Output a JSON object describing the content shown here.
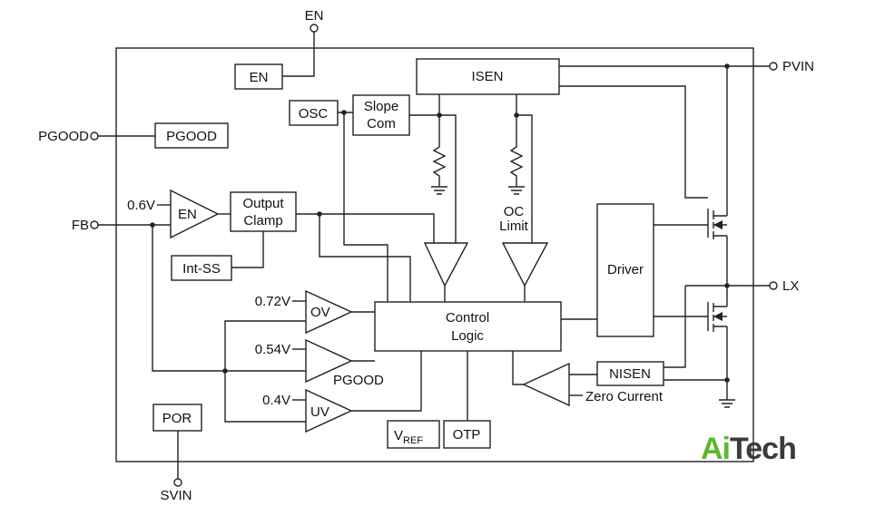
{
  "pins": {
    "en": "EN",
    "pvin": "PVIN",
    "pgood": "PGOOD",
    "fb": "FB",
    "lx": "LX",
    "svin": "SVIN"
  },
  "blocks": {
    "en_box": "EN",
    "isen": "ISEN",
    "osc": "OSC",
    "slope_line1": "Slope",
    "slope_line2": "Com",
    "pgood_box": "PGOOD",
    "en_amp": "EN",
    "output_clamp_line1": "Output",
    "output_clamp_line2": "Clamp",
    "int_ss": "Int-SS",
    "ov": "OV",
    "uv": "UV",
    "control_logic_line1": "Control",
    "control_logic_line2": "Logic",
    "driver": "Driver",
    "nisen": "NISEN",
    "por": "POR",
    "vref_main": "V",
    "vref_sub": "REF",
    "otp": "OTP"
  },
  "labels": {
    "ref_0_6v": "0.6V",
    "ref_0_72v": "0.72V",
    "ref_0_54v": "0.54V",
    "ref_0_4v": "0.4V",
    "pgood_comp": "PGOOD",
    "oc_limit_line1": "OC",
    "oc_limit_line2": "Limit",
    "zero_current": "Zero Current"
  },
  "brand": {
    "part1": "Ai",
    "part2": "Tech"
  },
  "colors": {
    "brand_green": "#5cb82a",
    "brand_dark": "#3b3b3b"
  }
}
